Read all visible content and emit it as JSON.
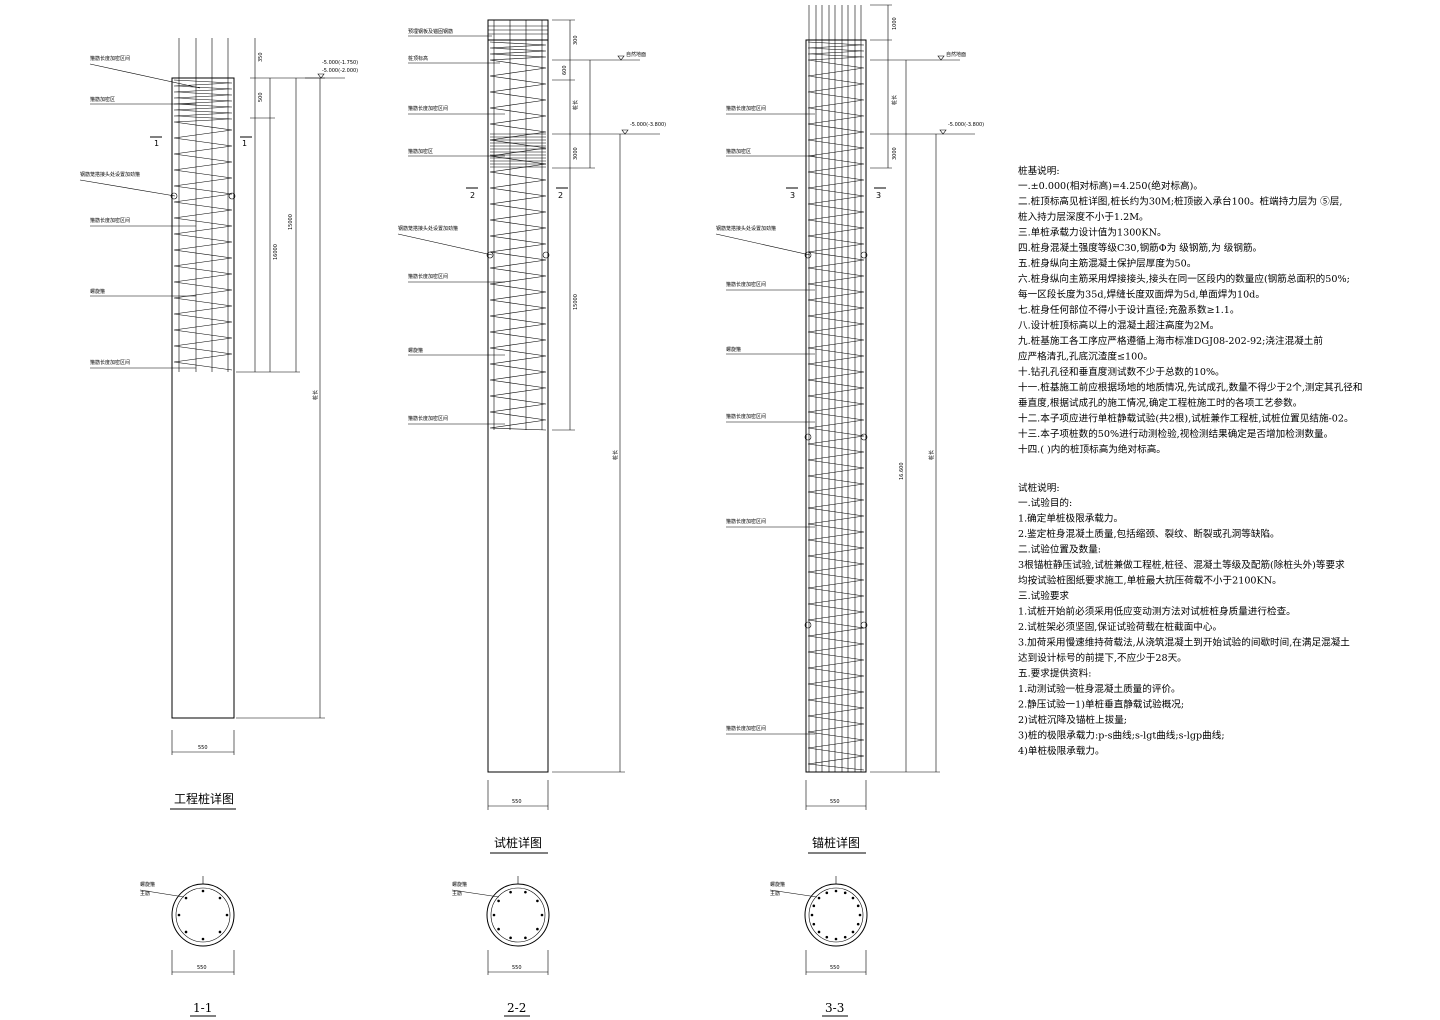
{
  "piles": [
    {
      "id": "engineering",
      "title": "工程桩详图",
      "width_label": "550",
      "cut_tag": "1",
      "right_dims": [
        "350",
        "500",
        "16000",
        "15000",
        "桩长"
      ],
      "ground_label": [
        "-5.000(-1.750)",
        "-5.000(-2.000)"
      ],
      "callouts": [
        "箍筋长度加密区间",
        "箍筋加密区",
        "钢筋笼搭接头处设置加劲箍",
        "箍筋长度加密区间",
        "螺旋箍",
        "箍筋长度加密区间"
      ]
    },
    {
      "id": "test",
      "title": "试桩详图",
      "width_label": "550",
      "cut_tag": "2",
      "right_dims": [
        "300",
        "600",
        "桩长",
        "3000",
        "15000",
        "桩长"
      ],
      "ground_label": [
        "自然地面",
        "-5.000(-3.800)"
      ],
      "callouts": [
        "预埋钢板及锚固钢筋",
        "桩顶标高",
        "箍筋长度加密区间",
        "箍筋加密区",
        "钢筋笼搭接头处设置加劲箍",
        "箍筋长度加密区间",
        "螺旋箍",
        "箍筋长度加密区间"
      ]
    },
    {
      "id": "anchor",
      "title": "锚桩详图",
      "width_label": "550",
      "cut_tag": "3",
      "right_dims": [
        "1000",
        "桩长",
        "3000",
        "16.600",
        "桩长"
      ],
      "ground_label": [
        "自然地面",
        "-5.000(-3.800)"
      ],
      "callouts": [
        "箍筋长度加密区间",
        "箍筋加密区",
        "钢筋笼搭接头处设置加劲箍",
        "箍筋长度加密区间",
        "螺旋箍",
        "箍筋长度加密区间",
        "箍筋长度加密区间",
        "箍筋长度加密区间"
      ]
    }
  ],
  "sections": [
    {
      "label": "1-1",
      "diameter": "550",
      "tags": [
        "螺旋箍",
        "主筋"
      ]
    },
    {
      "label": "2-2",
      "diameter": "550",
      "tags": [
        "螺旋箍",
        "主筋"
      ]
    },
    {
      "label": "3-3",
      "diameter": "550",
      "tags": [
        "螺旋箍",
        "主筋"
      ]
    }
  ],
  "notes": {
    "pile_title": "桩基说明:",
    "pile_lines": [
      "一.±0.000(相对标高)=4.250(绝对标高)。",
      "二.桩顶标高见桩详图,桩长约为30M;桩顶嵌入承台100。桩端持力层为 ⑤层,",
      "   桩入持力层深度不小于1.2M。",
      "三.单桩承载力设计值为1300KN。",
      "四.桩身混凝土强度等级C30,钢筋Φ为 级钢筋,为 级钢筋。",
      "五.桩身纵向主筋混凝土保护层厚度为50。",
      "六.桩身纵向主筋采用焊接接头,接头在同一区段内的数量应(钢筋总面积的50%;",
      "   每一区段长度为35d,焊缝长度双面焊为5d,单面焊为10d。",
      "七.桩身任何部位不得小于设计直径;充盈系数≥1.1。",
      "八.设计桩顶标高以上的混凝土超注高度为2M。",
      "九.桩基施工各工序应严格遵循上海市标准DGJ08-202-92;浇注混凝土前",
      "   应严格清孔,孔底沉渣度≤100。",
      "十.钻孔孔径和垂直度测试数不少于总数的10%。",
      "十一.桩基施工前应根据场地的地质情况,先试成孔,数量不得少于2个,测定其孔径和",
      "     垂直度,根据试成孔的施工情况,确定工程桩施工时的各项工艺参数。",
      "十二.本子项应进行单桩静载试验(共2根),试桩兼作工程桩,试桩位置见结施-02。",
      "十三.本子项桩数的50%进行动测检验,视检测结果确定是否增加检测数量。",
      "十四.( )内的桩顶标高为绝对标高。"
    ],
    "test_title": "试桩说明:",
    "test_lines": [
      "一.试验目的:",
      "   1.确定单桩极限承载力。",
      "   2.鉴定桩身混凝土质量,包括缩颈、裂纹、断裂或孔洞等缺陷。",
      "二.试验位置及数量:",
      "   3根锚桩静压试验,试桩兼做工程桩,桩径、混凝土等级及配筋(除桩头外)等要求",
      "      均按试验桩图纸要求施工,单桩最大抗压荷载不小于2100KN。",
      "三.试验要求",
      "   1.试桩开始前必须采用低应变动测方法对试桩桩身质量进行检查。",
      "   2.试桩架必须坚固,保证试验荷载在桩截面中心。",
      "   3.加荷采用慢速维持荷载法,从浇筑混凝土到开始试验的间歇时间,在满足混凝土",
      "      达到设计标号的前提下,不应少于28天。",
      "五.要求提供资料:",
      "   1.动测试验一桩身混凝土质量的评价。",
      "   2.静压试验一1)单桩垂直静载试验概况;",
      "                2)试桩沉降及锚桩上拔量;",
      "                3)桩的极限承载力:p-s曲线;s-lgt曲线;s-lgp曲线;",
      "                4)单桩极限承载力。"
    ]
  }
}
